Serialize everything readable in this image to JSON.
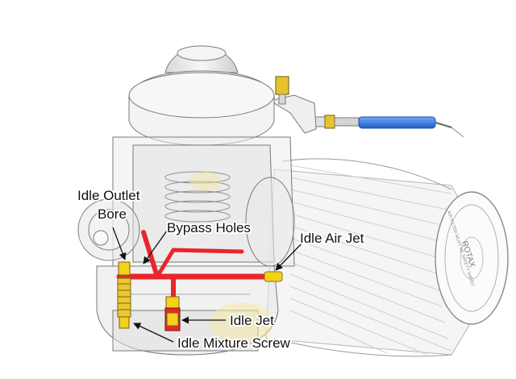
{
  "labels": {
    "idle_outlet_line1": "Idle Outlet",
    "idle_outlet_line2": "Bore",
    "bypass_holes": "Bypass Holes",
    "idle_air_jet": "Idle Air Jet",
    "idle_jet": "Idle Jet",
    "idle_mixture_screw": "Idle Mixture Screw"
  },
  "filter_text": {
    "brand": "ROTAX",
    "ring": "AIR FILTER MUST BE SAFETY WIRED"
  },
  "colors": {
    "passage": "#e8262b",
    "jet_yellow": "#f2d21b",
    "cable_blue": "#2f7be0",
    "outline": "#6f6f6f",
    "ghost_fill": "#ececec"
  }
}
